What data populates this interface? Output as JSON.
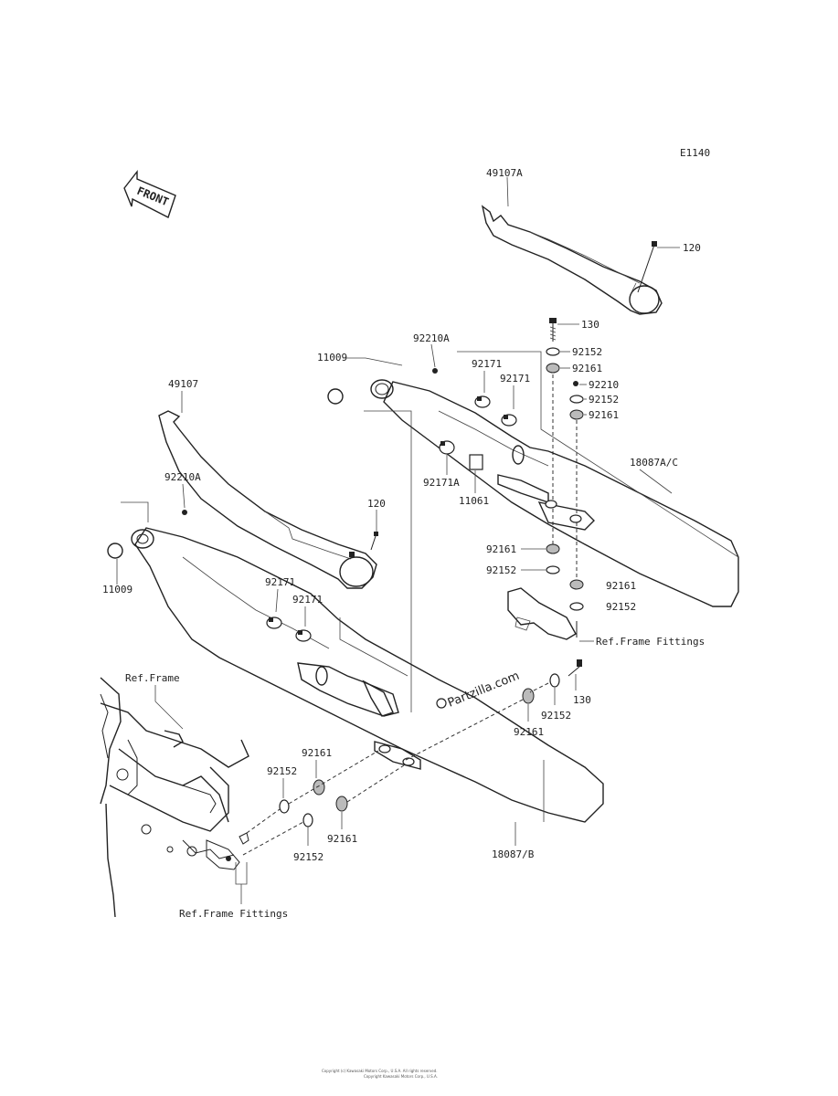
{
  "diagram_code": "E1140",
  "front_label": "FRONT",
  "watermark": "Partzilla.com",
  "footer_line1": "Copyright (c) Kawasaki Motors Corp., U.S.A. All rights reserved.",
  "footer_line2": "Copyright Kawasaki Motors Corp., U.S.A.",
  "labels": {
    "p49107A": "49107A",
    "p120_top": "120",
    "p130_top": "130",
    "p92152_a": "92152",
    "p92161_a": "92161",
    "p92210_b": "92210",
    "p92152_b": "92152",
    "p92161_b": "92161",
    "p92210A_top": "92210A",
    "p11009_top": "11009",
    "p92171_a": "92171",
    "p92171_b": "92171",
    "p92171A": "92171A",
    "p11061": "11061",
    "p18087AC": "18087A/C",
    "p49107": "49107",
    "p92210A_left": "92210A",
    "p120_mid": "120",
    "p11009_left": "11009",
    "p92161_c": "92161",
    "p92152_c": "92152",
    "p92161_d": "92161",
    "p92152_d": "92152",
    "p92171_c": "92171",
    "p92171_d": "92171",
    "p_ref_frame_fittings_r": "Ref.Frame Fittings",
    "p130_low": "130",
    "p92152_e": "92152",
    "p92161_e": "92161",
    "p_ref_frame": "Ref.Frame",
    "p92161_f": "92161",
    "p92152_f": "92152",
    "p92161_g": "92161",
    "p92152_g": "92152",
    "p18087B": "18087/B",
    "p_ref_frame_fittings_l": "Ref.Frame Fittings"
  }
}
